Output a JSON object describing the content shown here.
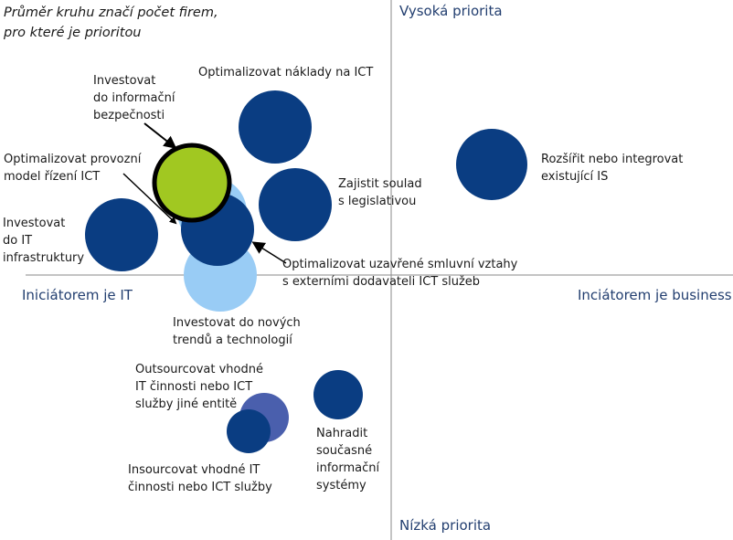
{
  "note": [
    "Průměr kruhu značí počet firem,",
    "pro které je prioritou"
  ],
  "axes": {
    "top": "Vysoká priorita",
    "bottom": "Nízká priorita",
    "left": "Iniciátorem je IT",
    "right": "Inciátorem je business"
  },
  "colors": {
    "dark": "#0a3d82",
    "light": "#99ccf5",
    "mid": "#4a5fad",
    "green": "#a1c821",
    "axis": "#8a8a8a",
    "axis_text": "#233f70"
  },
  "bubbles": [
    {
      "name": "optimalizovat-naklady",
      "color": "dark",
      "label": [
        "Optimalizovat náklady na ICT"
      ]
    },
    {
      "name": "zajistit-soulad",
      "color": "dark",
      "label": [
        "Zajistit soulad",
        "s legislativou"
      ]
    },
    {
      "name": "rozsirit-is",
      "color": "dark",
      "label": [
        "Rozšířit nebo integrovat",
        "existující IS"
      ]
    },
    {
      "name": "investovat-infrastruktura",
      "color": "dark",
      "label": [
        "Investovat",
        "do IT",
        "infrastruktury"
      ]
    },
    {
      "name": "provozni-model",
      "color": "light",
      "label": [
        "Optimalizovat provozní",
        "model řízení ICT"
      ]
    },
    {
      "name": "smluvni-vztahy",
      "color": "dark",
      "label": [
        "Optimalizovat uzavřené smluvní vztahy",
        "s externími dodavateli ICT služeb"
      ]
    },
    {
      "name": "informacni-bezpecnost",
      "color": "green",
      "label": [
        "Investovat",
        "do informační",
        "bezpečnosti"
      ]
    },
    {
      "name": "nove-trendy",
      "color": "light",
      "label": [
        "Investovat do nových",
        "trendů a technologií"
      ]
    },
    {
      "name": "outsourcovat",
      "color": "mid",
      "label": [
        "Outsourcovat vhodné",
        "IT činnosti nebo ICT",
        "služby jiné entitě"
      ]
    },
    {
      "name": "insourcovat",
      "color": "dark",
      "label": [
        "Insourcovat vhodné IT",
        "činnosti nebo ICT služby"
      ]
    },
    {
      "name": "nahradit-is",
      "color": "dark",
      "label": [
        "Nahradit",
        "současné",
        "informační",
        "systémy"
      ]
    }
  ]
}
